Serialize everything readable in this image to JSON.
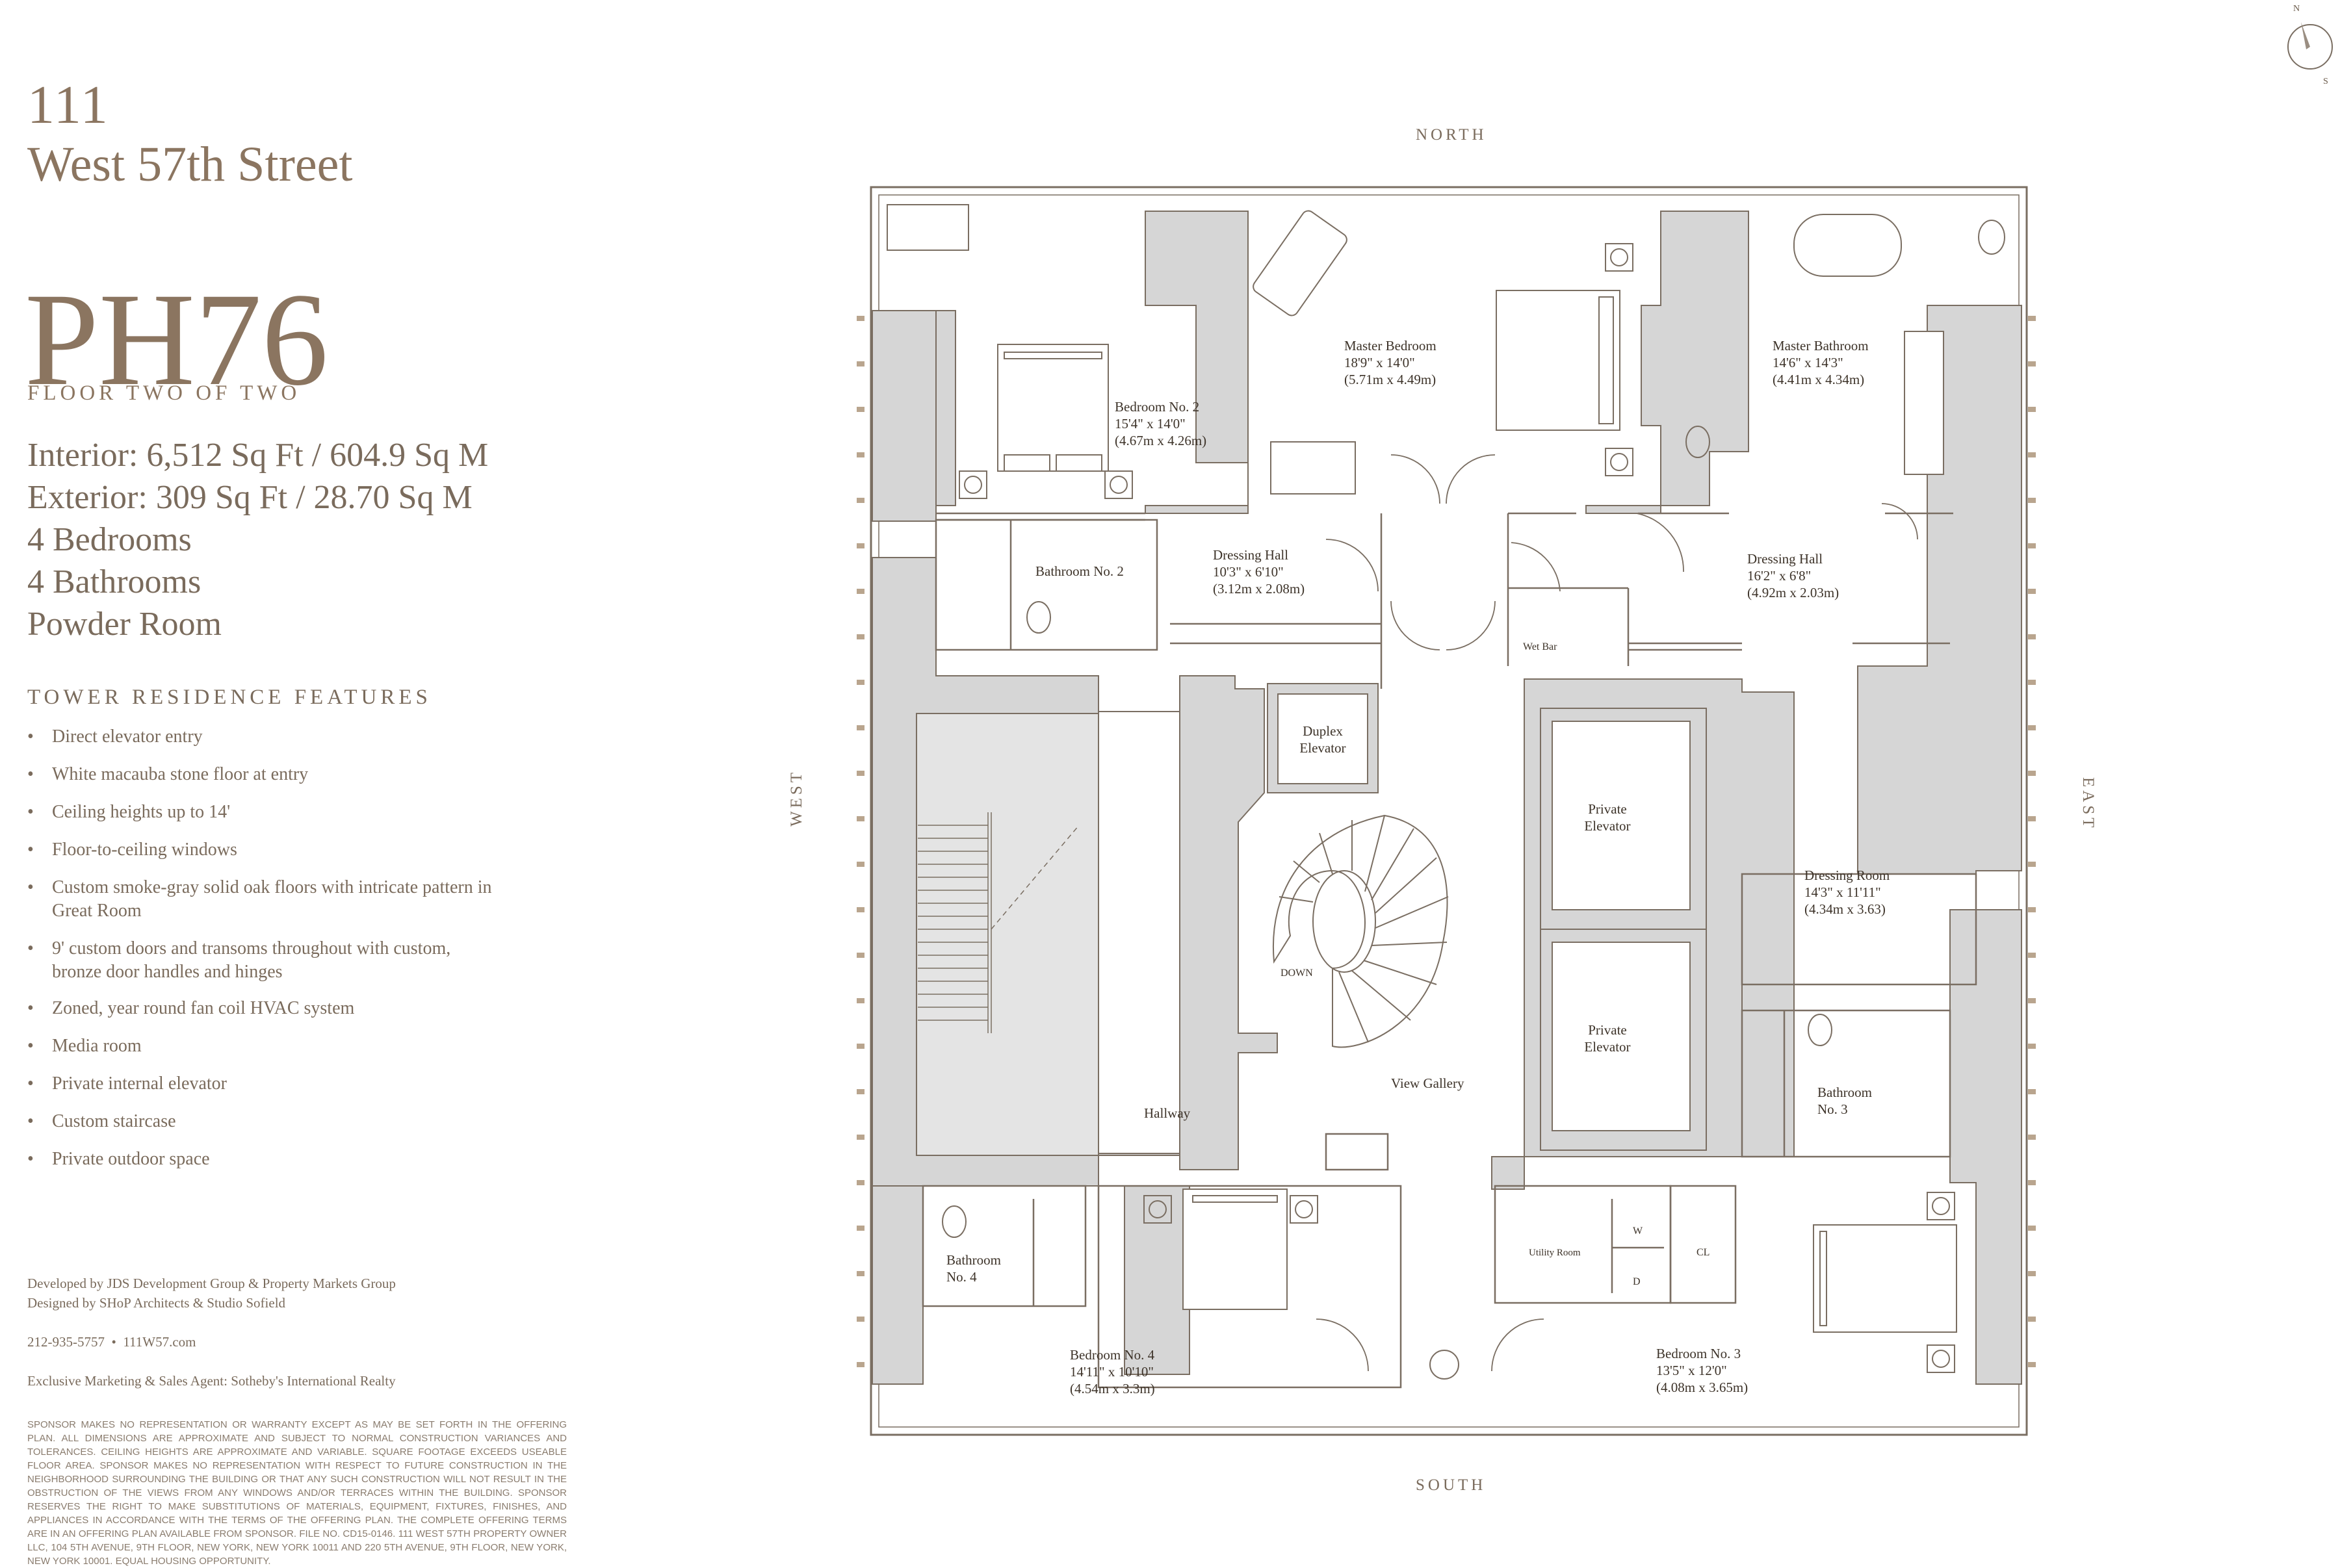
{
  "building": {
    "number": "111",
    "street": "West 57th Street"
  },
  "unit": {
    "name": "PH76",
    "floor": "FLOOR TWO OF TWO"
  },
  "specs": [
    "Interior: 6,512 Sq Ft / 604.9 Sq M",
    "Exterior: 309 Sq Ft / 28.70 Sq M",
    "4 Bedrooms",
    "4 Bathrooms",
    "Powder Room"
  ],
  "features": {
    "title": "TOWER RESIDENCE FEATURES",
    "bullet": "•",
    "items": [
      "Direct elevator entry",
      "White macauba stone floor at entry",
      "Ceiling heights up to 14'",
      "Floor-to-ceiling windows",
      "Custom smoke-gray solid oak floors with intricate pattern in Great Room",
      "9' custom doors and transoms throughout with custom, bronze door handles and hinges",
      "Zoned, year round fan coil HVAC system",
      "Media room",
      "Private internal elevator",
      "Custom staircase",
      "Private outdoor space"
    ]
  },
  "credits": {
    "developer": "Developed by JDS Development Group & Property Markets Group",
    "designer": "Designed by SHoP Architects & Studio Sofield",
    "contact": "212-935-5757  •  111W57.com",
    "agent": "Exclusive Marketing & Sales Agent: Sotheby's International Realty"
  },
  "disclaimer": "SPONSOR MAKES NO REPRESENTATION OR WARRANTY EXCEPT AS MAY BE SET FORTH IN THE OFFERING PLAN. ALL DIMENSIONS ARE APPROXIMATE AND SUBJECT TO NORMAL CONSTRUCTION VARIANCES AND TOLERANCES. CEILING HEIGHTS ARE APPROXIMATE AND VARIABLE. SQUARE FOOTAGE EXCEEDS USEABLE FLOOR AREA. SPONSOR MAKES NO REPRESENTATION WITH RESPECT TO FUTURE CONSTRUCTION IN THE NEIGHBORHOOD SURROUNDING THE BUILDING OR THAT ANY SUCH CONSTRUCTION WILL NOT RESULT IN THE OBSTRUCTION OF THE VIEWS FROM ANY WINDOWS AND/OR TERRACES WITHIN THE BUILDING. SPONSOR RESERVES THE RIGHT TO MAKE SUBSTITUTIONS OF MATERIALS, EQUIPMENT, FIXTURES, FINISHES, AND APPLIANCES IN ACCORDANCE WITH THE TERMS OF THE OFFERING PLAN. THE COMPLETE OFFERING TERMS ARE IN AN OFFERING PLAN AVAILABLE FROM SPONSOR. FILE NO. CD15-0146. 111 WEST 57TH PROPERTY OWNER LLC, 104 5TH AVENUE, 9TH FLOOR, NEW YORK, NEW YORK 10011 AND 220 5TH AVENUE, 9TH FLOOR, NEW YORK, NEW YORK 10001. EQUAL HOUSING OPPORTUNITY.",
  "compass": {
    "north": "NORTH",
    "south": "SOUTH",
    "east": "EAST",
    "west": "WEST",
    "n": "N",
    "s": "S"
  },
  "rooms": {
    "master_bedroom": {
      "name": "Master Bedroom",
      "dim": "18'9\" x 14'0\"",
      "metric": "(5.71m x 4.49m)"
    },
    "bedroom2": {
      "name": "Bedroom No. 2",
      "dim": "15'4\" x 14'0\"",
      "metric": "(4.67m x 4.26m)"
    },
    "master_bath": {
      "name": "Master Bathroom",
      "dim": "14'6\" x 14'3\"",
      "metric": "(4.41m x 4.34m)"
    },
    "dressing_hall_w": {
      "name": "Dressing Hall",
      "dim": "10'3\" x 6'10\"",
      "metric": "(3.12m x 2.08m)"
    },
    "dressing_hall_e": {
      "name": "Dressing Hall",
      "dim": "16'2\" x 6'8\"",
      "metric": "(4.92m x 2.03m)"
    },
    "bathroom2": {
      "name": "Bathroom No. 2"
    },
    "wet_bar": {
      "name": "Wet Bar"
    },
    "duplex_elevator": {
      "l1": "Duplex",
      "l2": "Elevator"
    },
    "private_elevator_1": {
      "l1": "Private",
      "l2": "Elevator"
    },
    "private_elevator_2": {
      "l1": "Private",
      "l2": "Elevator"
    },
    "dressing_room": {
      "name": "Dressing Room",
      "dim": "14'3\" x 11'11\"",
      "metric": "(4.34m x 3.63)"
    },
    "down": {
      "name": "DOWN"
    },
    "view_gallery": {
      "name": "View Gallery"
    },
    "hallway": {
      "name": "Hallway"
    },
    "bathroom3": {
      "l1": "Bathroom",
      "l2": "No. 3"
    },
    "bathroom4": {
      "l1": "Bathroom",
      "l2": "No. 4"
    },
    "utility_room": {
      "name": "Utility Room",
      "w": "W",
      "d": "D",
      "cl": "CL"
    },
    "bedroom4": {
      "name": "Bedroom No. 4",
      "dim": "14'11\" x 10'10\"",
      "metric": "(4.54m x 3.3m)"
    },
    "bedroom3": {
      "name": "Bedroom No. 3",
      "dim": "13'5\" x 12'0\"",
      "metric": "(4.08m x 3.65m)"
    }
  },
  "colors": {
    "brand": "#8b7560",
    "wall_fill": "#d6d6d6",
    "outline": "#7a6e62",
    "window_accent": "#b9a58e"
  }
}
